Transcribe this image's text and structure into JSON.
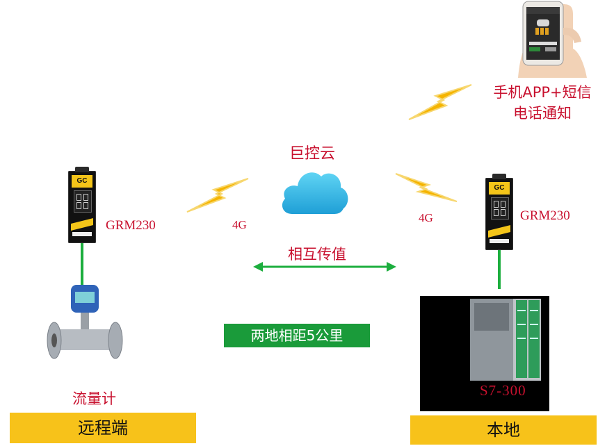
{
  "labels": {
    "cloud": "巨控云",
    "mobile_line1": "手机APP+短信",
    "mobile_line2": "电话通知",
    "device_left": "GRM230",
    "device_right": "GRM230",
    "link_left": "4G",
    "link_right": "4G",
    "exchange": "相互传值",
    "distance": "两地相距5公里",
    "flowmeter": "流量计",
    "plc": "S7-300",
    "remote": "远程端",
    "local": "本地",
    "module_badge": "GC"
  },
  "colors": {
    "accent_red": "#c8102e",
    "line_green": "#1cae3e",
    "banner_yellow": "#f7c21a",
    "distance_green": "#1a9b3a",
    "cloud_blue": "#3cbfe8",
    "lightning": "#f5b400"
  },
  "icons": {
    "cloud": "cloud-icon",
    "lightning": "lightning-icon",
    "phone": "smartphone-icon",
    "flowmeter": "flowmeter-icon",
    "plc": "plc-icon",
    "arrow": "double-arrow-icon"
  }
}
